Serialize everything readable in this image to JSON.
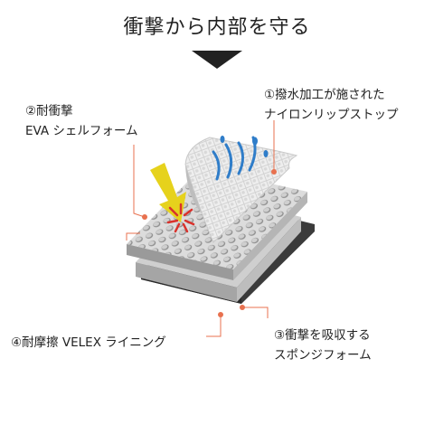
{
  "title": "衝撃から内部を守る",
  "labels": {
    "layer1": {
      "number": "①",
      "line1": "撥水加工が施された",
      "line2": "ナイロンリップストップ"
    },
    "layer2": {
      "number": "②",
      "line1": "耐衝撃",
      "line2": "EVA シェルフォーム"
    },
    "layer3": {
      "number": "③",
      "line1": "衝撃を吸収する",
      "line2": "スポンジフォーム"
    },
    "layer4": {
      "number": "④",
      "line1": "耐摩擦 VELEX ライニング"
    }
  },
  "colors": {
    "accent_line": "#e8714f",
    "water_blue": "#2f7dc9",
    "impact_yellow": "#e6d21c",
    "impact_red": "#d9322c",
    "lining_dark": "#3a3a3a"
  },
  "icons": {
    "title_arrow": "down-triangle-icon",
    "water": "water-splash-icon",
    "impact": "impact-arrow-icon"
  }
}
